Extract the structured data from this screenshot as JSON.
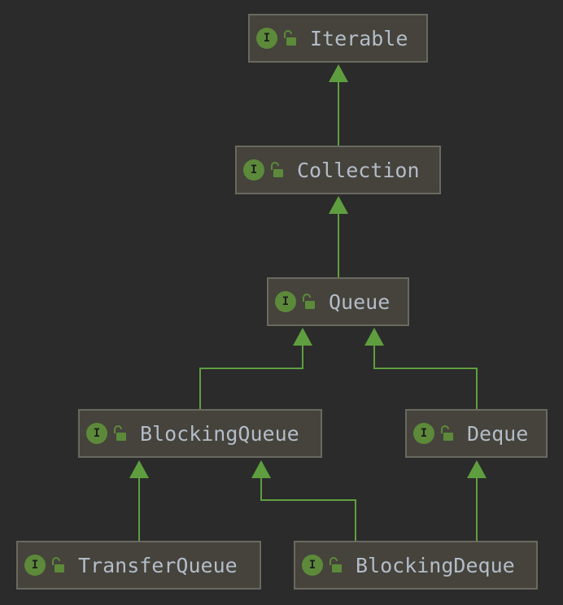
{
  "nodes": [
    {
      "id": "iterable",
      "name": "Iterable",
      "kind_letter": "I",
      "kind_icon": "interface-icon",
      "visibility_icon": "unlocked-icon"
    },
    {
      "id": "collection",
      "name": "Collection",
      "kind_letter": "I",
      "kind_icon": "interface-icon",
      "visibility_icon": "unlocked-icon"
    },
    {
      "id": "queue",
      "name": "Queue",
      "kind_letter": "I",
      "kind_icon": "interface-icon",
      "visibility_icon": "unlocked-icon"
    },
    {
      "id": "blockingqueue",
      "name": "BlockingQueue",
      "kind_letter": "I",
      "kind_icon": "interface-icon",
      "visibility_icon": "unlocked-icon"
    },
    {
      "id": "deque",
      "name": "Deque",
      "kind_letter": "I",
      "kind_icon": "interface-icon",
      "visibility_icon": "unlocked-icon"
    },
    {
      "id": "transferqueue",
      "name": "TransferQueue",
      "kind_letter": "I",
      "kind_icon": "interface-icon",
      "visibility_icon": "unlocked-icon"
    },
    {
      "id": "blockingdeque",
      "name": "BlockingDeque",
      "kind_letter": "I",
      "kind_icon": "interface-icon",
      "visibility_icon": "unlocked-icon"
    }
  ],
  "edges": [
    {
      "from": "collection",
      "to": "iterable"
    },
    {
      "from": "queue",
      "to": "collection"
    },
    {
      "from": "blockingqueue",
      "to": "queue"
    },
    {
      "from": "deque",
      "to": "queue"
    },
    {
      "from": "transferqueue",
      "to": "blockingqueue"
    },
    {
      "from": "blockingdeque",
      "to": "blockingqueue"
    },
    {
      "from": "blockingdeque",
      "to": "deque"
    }
  ],
  "colors": {
    "background": "#2b2b2b",
    "node_fill": "#45433b",
    "node_border": "#6a6960",
    "edge": "#5f9e3f",
    "badge": "#5c8a3a",
    "label": "#b3bcc8"
  }
}
